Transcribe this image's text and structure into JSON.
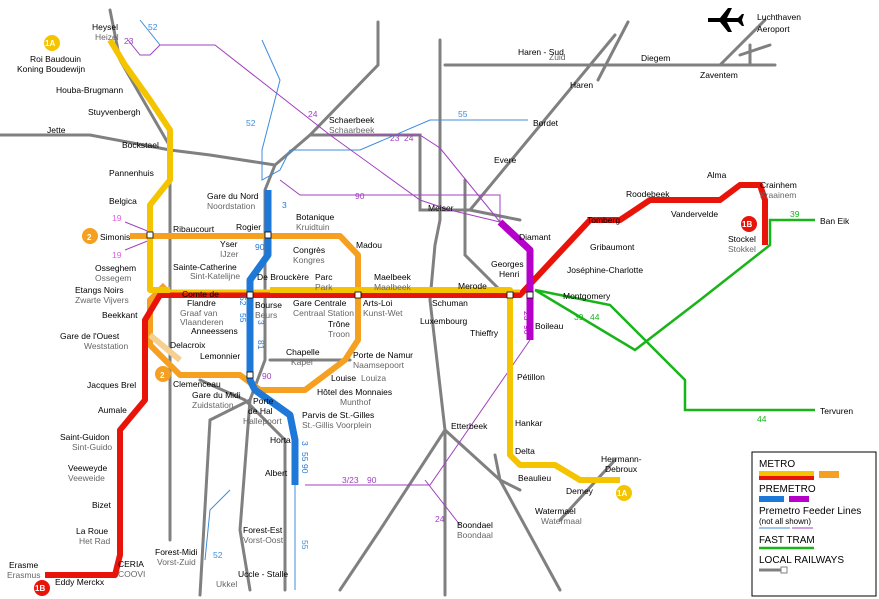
{
  "colors": {
    "metro1a": "#f5c400",
    "metro2": "#f5a020",
    "metro1b": "#e8140a",
    "premetro_blue": "#1e78d8",
    "premetro_purple": "#b400c8",
    "fast_tram": "#18b418",
    "railway": "#808080",
    "feeder_blue": "#3c8cdc",
    "feeder_purple": "#a040c0"
  },
  "icons": {
    "airport": "airplane-icon"
  },
  "lines": {
    "m1a": "1A",
    "m1b": "1B",
    "m2": "2"
  },
  "line_numbers": {
    "n52a": "52",
    "n23a": "23",
    "n24a": "24",
    "n52b": "52",
    "n55": "55",
    "n23b": "23",
    "n24b": "24",
    "n90a": "90",
    "n3a": "3",
    "n90b": "90",
    "n19a": "19",
    "n19b": "19",
    "n39a": "39",
    "n39b": "39",
    "n44a": "44",
    "n44b": "44",
    "n23c": "23",
    "n90c": "90",
    "n52c": "52",
    "n55b": "55",
    "n3b": "3",
    "n81": "81",
    "n90d": "90",
    "n3c": "3",
    "n55c": "55",
    "n90e": "90",
    "n3_23": "3/23",
    "n90f": "90",
    "n24c": "24",
    "n52d": "52",
    "n55d": "55"
  },
  "stations": {
    "heysel": {
      "fr": "Heysel",
      "nl": "Heizel"
    },
    "roi": {
      "fr": "Roi Baudouin",
      "nl": "Koning Boudewijn"
    },
    "houba": {
      "fr": "Houba-Brugmann"
    },
    "stuyv": {
      "fr": "Stuyvenbergh"
    },
    "bockstael": {
      "fr": "Bockstael"
    },
    "jette": {
      "fr": "Jette"
    },
    "pannenhuis": {
      "fr": "Pannenhuis"
    },
    "belgica": {
      "fr": "Belgica"
    },
    "simonis": {
      "fr": "Simonis"
    },
    "ribaucourt": {
      "fr": "Ribaucourt"
    },
    "yser": {
      "fr": "Yser",
      "nl": "IJzer"
    },
    "rogier": {
      "fr": "Rogier"
    },
    "gdn": {
      "fr": "Gare du Nord",
      "nl": "Noordstation"
    },
    "botanique": {
      "fr": "Botanique",
      "nl": "Kruidtuin"
    },
    "congres": {
      "fr": "Congrès",
      "nl": "Kongres"
    },
    "madou": {
      "fr": "Madou"
    },
    "schaerbeek": {
      "fr": "Schaerbeek",
      "nl": "Schaarbeek"
    },
    "bordet": {
      "fr": "Bordet"
    },
    "evere": {
      "fr": "Evere"
    },
    "haren_sud": {
      "fr": "Haren - Sud",
      "nl": "Zuid"
    },
    "haren": {
      "fr": "Haren"
    },
    "diegem": {
      "fr": "Diegem"
    },
    "zaventem": {
      "fr": "Zaventem"
    },
    "luchthaven": {
      "fr": "Luchthaven",
      "nl": "Aeroport"
    },
    "meiser": {
      "fr": "Meiser"
    },
    "diamant": {
      "fr": "Diamant"
    },
    "georges": {
      "fr": "Georges",
      "nl": "Henri"
    },
    "tomberg": {
      "fr": "Tomberg"
    },
    "gribaumont": {
      "fr": "Gribaumont"
    },
    "roodebeek": {
      "fr": "Roodebeek"
    },
    "vandervelde": {
      "fr": "Vandervelde"
    },
    "alma": {
      "fr": "Alma"
    },
    "crainhem": {
      "fr": "Crainhem",
      "nl": "Kraainem"
    },
    "stockel": {
      "fr": "Stockel",
      "nl": "Stokkel"
    },
    "baneik": {
      "fr": "Ban Eik"
    },
    "josephine": {
      "fr": "Joséphine-Charlotte"
    },
    "montgomery": {
      "fr": "Montgomery"
    },
    "tervuren": {
      "fr": "Tervuren"
    },
    "osseghem": {
      "fr": "Osseghem",
      "nl": "Ossegem"
    },
    "stecath": {
      "fr": "Sainte-Catherine",
      "nl": "Sint-Katelijne"
    },
    "debrouckere": {
      "fr": "De Brouckère"
    },
    "parc": {
      "fr": "Parc",
      "nl": "Park"
    },
    "maelbeek": {
      "fr": "Maelbeek",
      "nl": "Maalbeek"
    },
    "merode": {
      "fr": "Merode"
    },
    "etangs": {
      "fr": "Etangs Noirs",
      "nl": "Zwarte Vijvers"
    },
    "comte": {
      "fr": "Comte de",
      "fr2": "Flandre",
      "nl": "Graaf van",
      "nl2": "Vlaanderen"
    },
    "bourse": {
      "fr": "Bourse",
      "nl": "Beurs"
    },
    "gcentrale": {
      "fr": "Gare Centrale",
      "nl": "Centraal Station"
    },
    "artslois": {
      "fr": "Arts-Loi",
      "nl": "Kunst-Wet"
    },
    "schuman": {
      "fr": "Schuman"
    },
    "luxembourg": {
      "fr": "Luxembourg"
    },
    "thieffry": {
      "fr": "Thieffry"
    },
    "boileau": {
      "fr": "Boileau"
    },
    "beekkant": {
      "fr": "Beekkant"
    },
    "trone": {
      "fr": "Trône",
      "nl": "Troon"
    },
    "anneessens": {
      "fr": "Anneessens"
    },
    "gdo": {
      "fr": "Gare de l'Ouest",
      "nl": "Weststation"
    },
    "delacroix": {
      "fr": "Delacroix"
    },
    "lemonnier": {
      "fr": "Lemonnier"
    },
    "chapelle": {
      "fr": "Chapelle",
      "nl": "Kapel"
    },
    "pnamur": {
      "fr": "Porte de Namur",
      "nl": "Naamsepoort"
    },
    "louise": {
      "fr": "Louise",
      "nl": "Louiza"
    },
    "clemenceau": {
      "fr": "Clemenceau"
    },
    "jbrel": {
      "fr": "Jacques Brel"
    },
    "gdm": {
      "fr": "Gare du Midi",
      "nl": "Zuidstation"
    },
    "phal": {
      "fr": "Porte",
      "fr2": "de Hal",
      "nl": "Hallepoort"
    },
    "hmonnaies": {
      "fr": "Hôtel des Monnaies",
      "nl": "Munthof"
    },
    "parvis": {
      "fr": "Parvis de St.-Gilles",
      "nl": "St.-Gillis Voorplein"
    },
    "petillon": {
      "fr": "Pétillon"
    },
    "aumale": {
      "fr": "Aumale"
    },
    "hankar": {
      "fr": "Hankar"
    },
    "horta": {
      "fr": "Horta"
    },
    "etterbeek": {
      "fr": "Etterbeek"
    },
    "delta": {
      "fr": "Delta"
    },
    "herrmann": {
      "fr": "Herrmann-",
      "fr2": "Debroux"
    },
    "saintguidon": {
      "fr": "Saint-Guidon",
      "nl": "Sint-Guido"
    },
    "beaulieu": {
      "fr": "Beaulieu"
    },
    "albert": {
      "fr": "Albert"
    },
    "demey": {
      "fr": "Demey"
    },
    "veeweyde": {
      "fr": "Veeweyde",
      "nl": "Veeweide"
    },
    "bizet": {
      "fr": "Bizet"
    },
    "watermael": {
      "fr": "Watermael",
      "nl": "Watermaal"
    },
    "boondael": {
      "fr": "Boondael",
      "nl": "Boondaal"
    },
    "laroue": {
      "fr": "La Roue",
      "nl": "Het Rad"
    },
    "forestest": {
      "fr": "Forest-Est",
      "nl": "Vorst-Oost"
    },
    "forestmidi": {
      "fr": "Forest-Midi",
      "nl": "Vorst-Zuid"
    },
    "erasme": {
      "fr": "Erasme",
      "nl": "Erasmus"
    },
    "ceria": {
      "fr": "CERIA",
      "nl": "COOVI"
    },
    "eddy": {
      "fr": "Eddy Merckx"
    },
    "uccle": {
      "fr": "Uccle - Stalle",
      "nl": "Ukkel"
    }
  },
  "legend": {
    "metro": "METRO",
    "premetro": "PREMETRO",
    "feeder": "Premetro Feeder Lines",
    "feeder_note": "(not all shown)",
    "fast_tram": "FAST TRAM",
    "railways": "LOCAL RAILWAYS"
  }
}
